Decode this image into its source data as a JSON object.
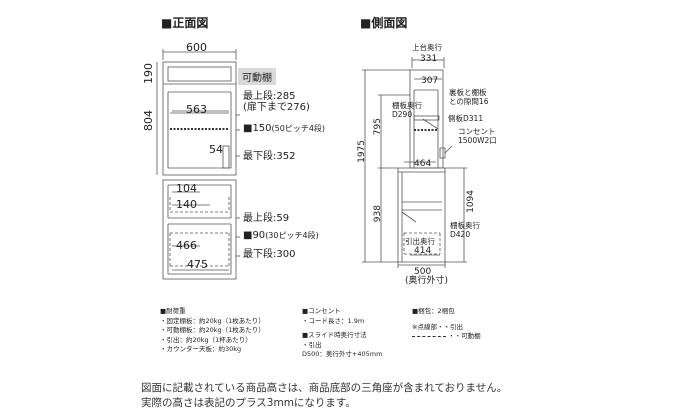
{
  "front": {
    "heading": "■正面図",
    "width": "600",
    "height_upper_box": "190",
    "height_upper": "804",
    "chip": "可動棚",
    "inner_width": "563",
    "shelf_top_1": "最上段:285",
    "shelf_top_2": "(扉下まで276)",
    "pitch_upper": "■150",
    "pitch_upper_note": "(50ピッチ4段)",
    "offset": "54",
    "shelf_bottom_upper": "最下段:352",
    "drawer_w1": "104",
    "drawer_w2": "140",
    "shelf_top_lower": "最上段:59",
    "pitch_lower": "■90",
    "pitch_lower_note": "(30ピッチ4段)",
    "lower_inner_w": "466",
    "shelf_bottom_lower": "最下段:300",
    "lower_base_w": "475"
  },
  "side": {
    "heading": "■側面図",
    "top_depth_label": "上台奥行",
    "top_depth": "331",
    "inner_depth": "307",
    "back_panel_1": "裏板と棚板",
    "back_panel_2": "との隙間16",
    "shelf_depth_1": "棚板奥行",
    "shelf_depth_2": "D290",
    "side_panel": "側板D311",
    "outlet_1": "コンセント",
    "outlet_2": "1500W2口",
    "h_total": "1975",
    "h_upper": "795",
    "counter_depth": "464",
    "h_lower": "938",
    "h_side": "1094",
    "lower_shelf_1": "棚板奥行",
    "lower_shelf_2": "D420",
    "drawer_depth_1": "引出奥行",
    "drawer_depth_2": "414",
    "base_depth": "500",
    "base_depth_note": "(奥行外寸)"
  },
  "notes": {
    "load_title": "■耐荷重",
    "load_items": [
      "・固定棚板：約20kg（1枚あたり）",
      "・可動棚板：約20kg（1枚あたり）",
      "・引出：約20kg（1杯あたり）",
      "・カウンター天板：約30kg"
    ],
    "outlet_title": "■コンセント",
    "outlet_items": [
      "・コード長さ：1.9m"
    ],
    "slide_title": "■スライド時奥行寸法",
    "slide_items": [
      "・引出",
      "D500：奥行外寸+405mm"
    ],
    "pack_title": "■梱包：2梱包",
    "legend_1": "※点線部・・引出",
    "legend_2": "・・可動棚"
  },
  "footer": {
    "line1": "図面に記載されている商品高さは、商品底部の三角座が含まれておりません。",
    "line2": "実際の高さは表記のプラス3mmになります。"
  }
}
